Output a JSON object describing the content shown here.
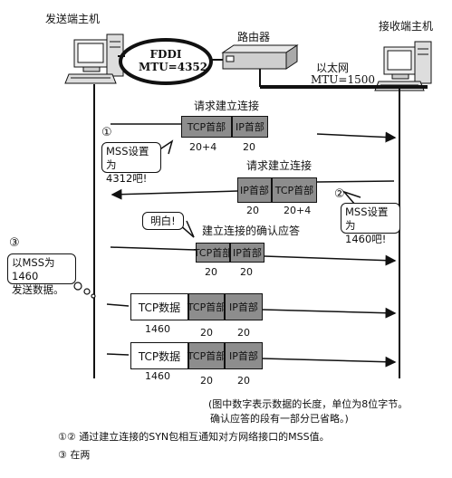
{
  "hosts": {
    "sender": "发送端主机",
    "receiver": "接收端主机"
  },
  "network": {
    "fddi_name": "FDDI",
    "fddi_mtu": "MTU=4352",
    "router": "路由器",
    "ethernet_name": "以太网",
    "ethernet_mtu": "MTU=1500"
  },
  "steps": {
    "syn1_label": "请求建立连接",
    "syn2_label": "请求建立连接",
    "ack_label": "建立连接的确认应答"
  },
  "packets": {
    "tcp_header": "TCP首部",
    "ip_header": "IP首部",
    "tcp_data": "TCP数据",
    "syn1_tcp_size": "20+4",
    "syn1_ip_size": "20",
    "syn2_ip_size": "20",
    "syn2_tcp_size": "20+4",
    "ack_tcp_size": "20",
    "ack_ip_size": "20",
    "data1_size": "1460",
    "data1_tcp_size": "20",
    "data1_ip_size": "20",
    "data2_size": "1460",
    "data2_tcp_size": "20",
    "data2_ip_size": "20"
  },
  "callouts": {
    "mark1": "①",
    "mss1_line1": "MSS设置为",
    "mss1_line2": "4312吧!",
    "mark2": "②",
    "mss2_line1": "MSS设置为",
    "mss2_line2": "1460吧!",
    "understood": "明白!",
    "mark3": "③",
    "send_line1": "以MSS为1460",
    "send_line2": "发送数据。"
  },
  "notes": {
    "note_line1": "(图中数字表示数据的长度，单位为8位字节。",
    "note_line2": "确认应答的段有一部分已省略。)",
    "caption1": "①② 通过建立连接的SYN包相互通知对方网络接口的MSS值。",
    "caption2": "③ 在两"
  },
  "colors": {
    "header_fill": "#8d8d8d",
    "line": "#111111"
  }
}
